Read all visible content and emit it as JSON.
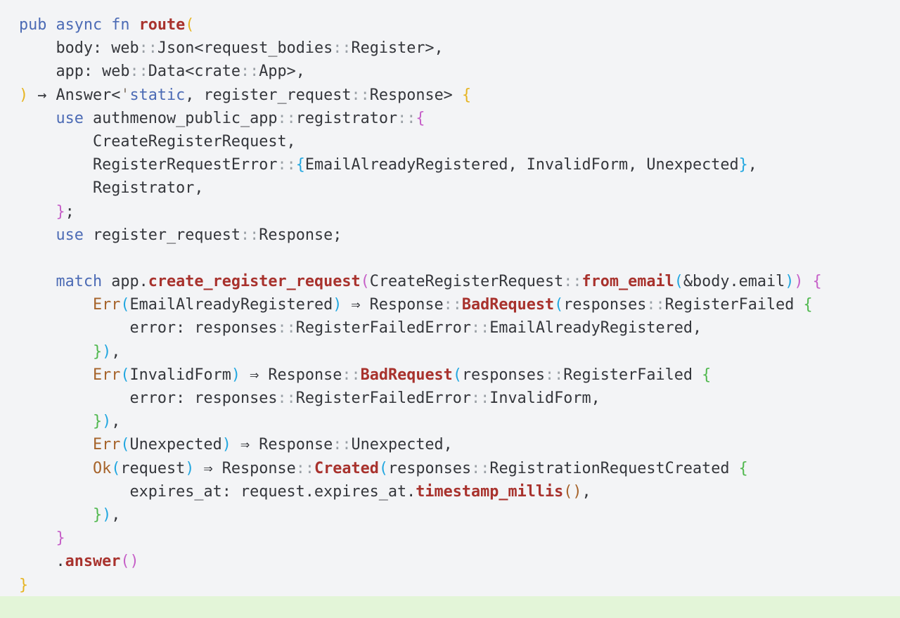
{
  "colors": {
    "background": "#f3f4f6",
    "footer": "#e3f5d8",
    "default": "#34363b",
    "keyword": "#4c6bb5",
    "function": "#a8322d",
    "macro_brown": "#a6632a",
    "quote": "#8a7e72",
    "bracket1": "#e6b422",
    "bracket2": "#c660c8",
    "bracket3": "#22a7e0",
    "bracket4": "#50b84e",
    "colon": "#9aa0a6"
  },
  "code_lines": [
    [
      {
        "t": "pub async fn ",
        "c": "keyword"
      },
      {
        "t": "route",
        "c": "function",
        "b": true
      },
      {
        "t": "(",
        "c": "bracket1"
      }
    ],
    [
      {
        "t": "    body: web",
        "c": "default"
      },
      {
        "t": "::",
        "c": "colon"
      },
      {
        "t": "Json<request_bodies",
        "c": "default"
      },
      {
        "t": "::",
        "c": "colon"
      },
      {
        "t": "Register>,",
        "c": "default"
      }
    ],
    [
      {
        "t": "    app: web",
        "c": "default"
      },
      {
        "t": "::",
        "c": "colon"
      },
      {
        "t": "Data<crate",
        "c": "default"
      },
      {
        "t": "::",
        "c": "colon"
      },
      {
        "t": "App>,",
        "c": "default"
      }
    ],
    [
      {
        "t": ")",
        "c": "bracket1"
      },
      {
        "t": " → Answer<",
        "c": "default"
      },
      {
        "t": "'",
        "c": "quote"
      },
      {
        "t": "static",
        "c": "keyword"
      },
      {
        "t": ", register_request",
        "c": "default"
      },
      {
        "t": "::",
        "c": "colon"
      },
      {
        "t": "Response> ",
        "c": "default"
      },
      {
        "t": "{",
        "c": "bracket1"
      }
    ],
    [
      {
        "t": "    ",
        "c": "default"
      },
      {
        "t": "use",
        "c": "keyword"
      },
      {
        "t": " authmenow_public_app",
        "c": "default"
      },
      {
        "t": "::",
        "c": "colon"
      },
      {
        "t": "registrator",
        "c": "default"
      },
      {
        "t": "::",
        "c": "colon"
      },
      {
        "t": "{",
        "c": "bracket2"
      }
    ],
    [
      {
        "t": "        CreateRegisterRequest,",
        "c": "default"
      }
    ],
    [
      {
        "t": "        RegisterRequestError",
        "c": "default"
      },
      {
        "t": "::",
        "c": "colon"
      },
      {
        "t": "{",
        "c": "bracket3"
      },
      {
        "t": "EmailAlreadyRegistered, InvalidForm, Unexpected",
        "c": "default"
      },
      {
        "t": "}",
        "c": "bracket3"
      },
      {
        "t": ",",
        "c": "default"
      }
    ],
    [
      {
        "t": "        Registrator,",
        "c": "default"
      }
    ],
    [
      {
        "t": "    ",
        "c": "default"
      },
      {
        "t": "}",
        "c": "bracket2"
      },
      {
        "t": ";",
        "c": "default"
      }
    ],
    [
      {
        "t": "    ",
        "c": "default"
      },
      {
        "t": "use",
        "c": "keyword"
      },
      {
        "t": " register_request",
        "c": "default"
      },
      {
        "t": "::",
        "c": "colon"
      },
      {
        "t": "Response;",
        "c": "default"
      }
    ],
    [
      {
        "t": " ",
        "c": "default"
      }
    ],
    [
      {
        "t": "    ",
        "c": "default"
      },
      {
        "t": "match",
        "c": "keyword"
      },
      {
        "t": " app.",
        "c": "default"
      },
      {
        "t": "create_register_request",
        "c": "function",
        "b": true
      },
      {
        "t": "(",
        "c": "bracket2"
      },
      {
        "t": "CreateRegisterRequest",
        "c": "default"
      },
      {
        "t": "::",
        "c": "colon"
      },
      {
        "t": "from_email",
        "c": "function",
        "b": true
      },
      {
        "t": "(",
        "c": "bracket3"
      },
      {
        "t": "&body.email",
        "c": "default"
      },
      {
        "t": ")",
        "c": "bracket3"
      },
      {
        "t": ")",
        "c": "bracket2"
      },
      {
        "t": " ",
        "c": "default"
      },
      {
        "t": "{",
        "c": "bracket2"
      }
    ],
    [
      {
        "t": "        ",
        "c": "default"
      },
      {
        "t": "Err",
        "c": "macro_brown"
      },
      {
        "t": "(",
        "c": "bracket3"
      },
      {
        "t": "EmailAlreadyRegistered",
        "c": "default"
      },
      {
        "t": ")",
        "c": "bracket3"
      },
      {
        "t": " ⇒ Response",
        "c": "default"
      },
      {
        "t": "::",
        "c": "colon"
      },
      {
        "t": "BadRequest",
        "c": "function",
        "b": true
      },
      {
        "t": "(",
        "c": "bracket3"
      },
      {
        "t": "responses",
        "c": "default"
      },
      {
        "t": "::",
        "c": "colon"
      },
      {
        "t": "RegisterFailed ",
        "c": "default"
      },
      {
        "t": "{",
        "c": "bracket4"
      }
    ],
    [
      {
        "t": "            error: responses",
        "c": "default"
      },
      {
        "t": "::",
        "c": "colon"
      },
      {
        "t": "RegisterFailedError",
        "c": "default"
      },
      {
        "t": "::",
        "c": "colon"
      },
      {
        "t": "EmailAlreadyRegistered,",
        "c": "default"
      }
    ],
    [
      {
        "t": "        ",
        "c": "default"
      },
      {
        "t": "}",
        "c": "bracket4"
      },
      {
        "t": ")",
        "c": "bracket3"
      },
      {
        "t": ",",
        "c": "default"
      }
    ],
    [
      {
        "t": "        ",
        "c": "default"
      },
      {
        "t": "Err",
        "c": "macro_brown"
      },
      {
        "t": "(",
        "c": "bracket3"
      },
      {
        "t": "InvalidForm",
        "c": "default"
      },
      {
        "t": ")",
        "c": "bracket3"
      },
      {
        "t": " ⇒ Response",
        "c": "default"
      },
      {
        "t": "::",
        "c": "colon"
      },
      {
        "t": "BadRequest",
        "c": "function",
        "b": true
      },
      {
        "t": "(",
        "c": "bracket3"
      },
      {
        "t": "responses",
        "c": "default"
      },
      {
        "t": "::",
        "c": "colon"
      },
      {
        "t": "RegisterFailed ",
        "c": "default"
      },
      {
        "t": "{",
        "c": "bracket4"
      }
    ],
    [
      {
        "t": "            error: responses",
        "c": "default"
      },
      {
        "t": "::",
        "c": "colon"
      },
      {
        "t": "RegisterFailedError",
        "c": "default"
      },
      {
        "t": "::",
        "c": "colon"
      },
      {
        "t": "InvalidForm,",
        "c": "default"
      }
    ],
    [
      {
        "t": "        ",
        "c": "default"
      },
      {
        "t": "}",
        "c": "bracket4"
      },
      {
        "t": ")",
        "c": "bracket3"
      },
      {
        "t": ",",
        "c": "default"
      }
    ],
    [
      {
        "t": "        ",
        "c": "default"
      },
      {
        "t": "Err",
        "c": "macro_brown"
      },
      {
        "t": "(",
        "c": "bracket3"
      },
      {
        "t": "Unexpected",
        "c": "default"
      },
      {
        "t": ")",
        "c": "bracket3"
      },
      {
        "t": " ⇒ Response",
        "c": "default"
      },
      {
        "t": "::",
        "c": "colon"
      },
      {
        "t": "Unexpected,",
        "c": "default"
      }
    ],
    [
      {
        "t": "        ",
        "c": "default"
      },
      {
        "t": "Ok",
        "c": "macro_brown"
      },
      {
        "t": "(",
        "c": "bracket3"
      },
      {
        "t": "request",
        "c": "default"
      },
      {
        "t": ")",
        "c": "bracket3"
      },
      {
        "t": " ⇒ Response",
        "c": "default"
      },
      {
        "t": "::",
        "c": "colon"
      },
      {
        "t": "Created",
        "c": "function",
        "b": true
      },
      {
        "t": "(",
        "c": "bracket3"
      },
      {
        "t": "responses",
        "c": "default"
      },
      {
        "t": "::",
        "c": "colon"
      },
      {
        "t": "RegistrationRequestCreated ",
        "c": "default"
      },
      {
        "t": "{",
        "c": "bracket4"
      }
    ],
    [
      {
        "t": "            expires_at: request.expires_at.",
        "c": "default"
      },
      {
        "t": "timestamp_millis",
        "c": "function",
        "b": true
      },
      {
        "t": "()",
        "c": "macro_brown"
      },
      {
        "t": ",",
        "c": "default"
      }
    ],
    [
      {
        "t": "        ",
        "c": "default"
      },
      {
        "t": "}",
        "c": "bracket4"
      },
      {
        "t": ")",
        "c": "bracket3"
      },
      {
        "t": ",",
        "c": "default"
      }
    ],
    [
      {
        "t": "    ",
        "c": "default"
      },
      {
        "t": "}",
        "c": "bracket2"
      }
    ],
    [
      {
        "t": "    .",
        "c": "default"
      },
      {
        "t": "answer",
        "c": "function",
        "b": true
      },
      {
        "t": "()",
        "c": "bracket2"
      }
    ],
    [
      {
        "t": "}",
        "c": "bracket1"
      }
    ]
  ]
}
